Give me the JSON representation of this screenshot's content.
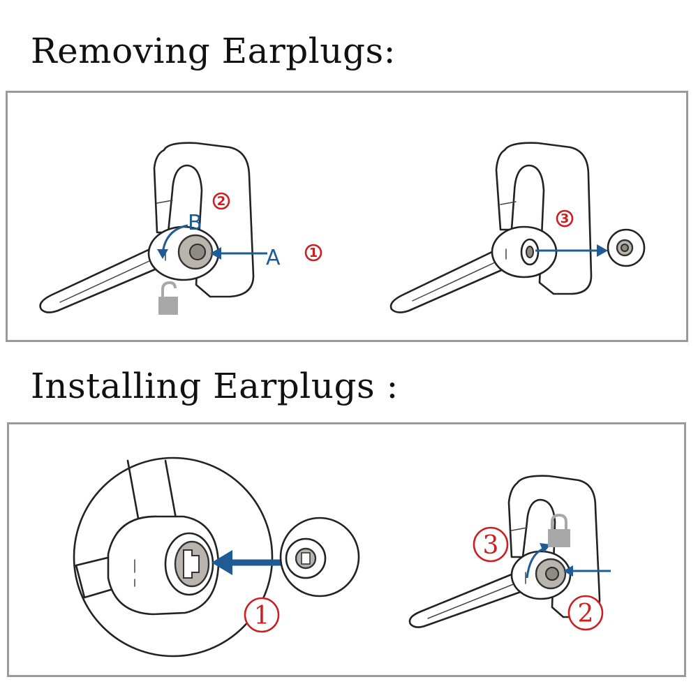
{
  "removing": {
    "heading": "Removing Earplugs:",
    "figure1": {
      "label_b": "B",
      "label_a": "A",
      "step_2": "2",
      "step_1": "1"
    },
    "figure2": {
      "step_3": "3"
    }
  },
  "installing": {
    "heading": "Installing Earplugs :",
    "figure1": {
      "step_1": "1"
    },
    "figure2": {
      "step_3": "3",
      "step_2": "2"
    }
  },
  "colors": {
    "arrow": "#1f5c95",
    "step_marker": "#cc1f24",
    "lock": "#a8a8a8",
    "border": "#9a9a9a"
  },
  "icons": [
    "lock-open-icon",
    "lock-closed-icon"
  ]
}
